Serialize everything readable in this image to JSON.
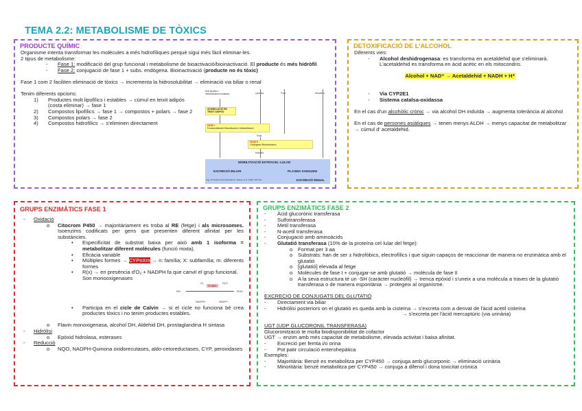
{
  "title": "TEMA 2.2: METABOLISME DE TÒXICS",
  "colors": {
    "title": "#1aa6b7",
    "producte": "#9b3fc9",
    "alcohol": "#d4a017",
    "fase1": "#e0282d",
    "fase2": "#2fbf5b",
    "highlight": "#ffff3a"
  },
  "producte_quimic": {
    "heading": "PRODUCTE QUÍMIC",
    "lines": [
      {
        "lvl": 0,
        "segs": [
          {
            "t": "Organisme intenta transformar les molècules a més hidrofíliques perquè sigui més fàcil eliminar-les."
          }
        ]
      },
      {
        "lvl": 0,
        "segs": [
          {
            "t": "2 tipus de metabolisme:"
          }
        ]
      },
      {
        "lvl": 1,
        "bullet": "-",
        "segs": [
          {
            "t": "Fase 1:",
            "s": "u"
          },
          {
            "t": " modificació del grup funcional i metabolisme de bioactivació/bioinactivació. El "
          },
          {
            "t": "producte",
            "s": "b"
          },
          {
            "t": " és "
          },
          {
            "t": "més hidròfil",
            "s": "b"
          },
          {
            "t": "."
          }
        ]
      },
      {
        "lvl": 1,
        "bullet": "-",
        "segs": [
          {
            "t": "Fase 2:",
            "s": "u"
          },
          {
            "t": " conjugació de fase 1 + subs. endògena. Bioinactivació ("
          },
          {
            "t": "producte no és tòxic)",
            "s": "b"
          }
        ]
      },
      {},
      {
        "lvl": 0,
        "segs": [
          {
            "t": "Fase 1 com 2 faciliten eliminació de tòxics → incrementa la hidrosolubilitat → eliminació via biliar o renal"
          }
        ]
      },
      {},
      {
        "lvl": 0,
        "segs": [
          {
            "t": "Tenim diferents opcions:"
          }
        ]
      },
      {
        "lvl": "n",
        "bullet": "1)",
        "segs": [
          {
            "t": "Productes molt lipofílics i estables → cúmul en teixit adipós"
          }
        ]
      },
      {
        "lvl": "n",
        "segs": [
          {
            "t": " (costa eliminar) → fase 1"
          }
        ]
      },
      {
        "lvl": "n",
        "bullet": "2)",
        "segs": [
          {
            "t": "Compostos lipofílics → fase 1 → compostos + polars → fase 2"
          }
        ]
      },
      {
        "lvl": "n",
        "bullet": "3)",
        "segs": [
          {
            "t": "Compostos polars → fase 2"
          }
        ]
      },
      {
        "lvl": "n",
        "bullet": "4)",
        "segs": [
          {
            "t": "Compostos hidrofílics → s'eliminen directament"
          }
        ]
      }
    ],
    "diagram": {
      "columns": [
        "Molt lipofílics i metabòlicament estables",
        "Lipofílics",
        "Polar",
        "Hidrofílics"
      ],
      "acumulacio": "ACUMULACIÓ EN TEIXIT ADIPÓS",
      "fase1": {
        "label": "FASE I",
        "text": "Funcionalització Bioactivació o bioinactivació"
      },
      "polar": "Polar",
      "fase2": {
        "label": "FASE II",
        "text": "Conjugació Bioinactivació"
      },
      "hidrofilic": "Hidrofílic",
      "mobilitzacio": "MOBILITZACIÓ EXTRACEL·LULAR",
      "biliar": "EXCRECIÓ BILIAR",
      "plasma": "PLASMA SANGUINI",
      "renal": "EXCRECIÓ RENAL",
      "source": "logy: Principles and Applications. Stacey et al. 1996. CRC Ed."
    }
  },
  "alcohol": {
    "heading": "DETOXIFICACIÓ DE L'ALCOHOL",
    "lines": [
      {
        "lvl": 0,
        "segs": [
          {
            "t": "Diferents vies:"
          }
        ]
      },
      {
        "lvl": 1,
        "bullet": "-",
        "segs": [
          {
            "t": "Alcohol deshidrogenasa",
            "s": "b"
          },
          {
            "t": ": es transforma en acetaldehid que s'eliminarà. L'acetaldehid es transforma en àcid acètic en els mitocondris."
          }
        ]
      },
      {},
      {
        "lvl": "c",
        "segs": [
          {
            "t": "Alcohol + NAD⁺ → Acetaldehid + NADH + H⁺",
            "s": "hl"
          }
        ]
      },
      {},
      {},
      {
        "lvl": 1,
        "bullet": "-",
        "segs": [
          {
            "t": "Via CYP2E1",
            "s": "b"
          }
        ]
      },
      {
        "lvl": 1,
        "bullet": "-",
        "segs": [
          {
            "t": "Sistema catalsa-oxidassa",
            "s": "b"
          }
        ]
      },
      {},
      {
        "lvl": 0,
        "segs": [
          {
            "t": "En el cas d'un "
          },
          {
            "t": "alcohòlic crònic",
            "s": "u"
          },
          {
            "t": " → via alcohol DH induïda → augmenta tolerància al alcohol"
          }
        ]
      },
      {},
      {
        "lvl": 0,
        "segs": [
          {
            "t": "En el cas de "
          },
          {
            "t": "persones asiàtiques",
            "s": "u"
          },
          {
            "t": " → tenen menys ALDH → menys capacitat de metabolitzar → cúmul d' acetaldehid."
          }
        ]
      }
    ]
  },
  "fase1": {
    "heading": "GRUPS ENZIMÀTICS FASE 1",
    "lines": [
      {
        "lvl": 1,
        "bullet": "-",
        "segs": [
          {
            "t": "Oxidació",
            "s": "u"
          }
        ]
      },
      {
        "lvl": 2,
        "bullet": "o",
        "just": true,
        "segs": [
          {
            "t": "Citocrom P450 →",
            "s": "b"
          },
          {
            "t": " majoritàriament es troba al "
          },
          {
            "t": "RE",
            "s": "b"
          },
          {
            "t": " (fetge) i "
          },
          {
            "t": "als microsomes.",
            "s": "b"
          },
          {
            "t": " Isoenzims codificats per gens que presenten diferent afinitat per les substàncies."
          }
        ]
      },
      {
        "lvl": 3,
        "bullet": "•",
        "just": true,
        "segs": [
          {
            "t": "Especificitat de substrat baixa per això "
          },
          {
            "t": "amb 1 isoforma = metabolitzar diferent molècules",
            "s": "b"
          },
          {
            "t": " (funció mixta)."
          }
        ]
      },
      {
        "lvl": 3,
        "bullet": "•",
        "segs": [
          {
            "t": "Eficàcia variable"
          }
        ]
      },
      {
        "lvl": 3,
        "bullet": "•",
        "just": true,
        "segs": [
          {
            "t": "Múltiples formes → "
          },
          {
            "t": "CYPnXm",
            "s": "redhl"
          },
          {
            "t": " → n: família; X: subfamília; m: diferents formes"
          }
        ]
      },
      {
        "lvl": 3,
        "bullet": "•",
        "segs": [
          {
            "t": "R(x) → en presència d'O₂ + NADPH fa que canviï el grup funcional. Son monooxigenases"
          }
        ]
      },
      {
        "spacer": "diagram"
      },
      {
        "lvl": 3,
        "bullet": "•",
        "just": true,
        "segs": [
          {
            "t": "Participa en el "
          },
          {
            "t": "cicle de Calvin →",
            "s": "b"
          },
          {
            "t": " si el cicle no funciona bé crea productes tòxics i no tenim productes estables."
          }
        ]
      },
      {},
      {
        "lvl": 2,
        "bullet": "o",
        "segs": [
          {
            "t": "Flavin monoxigenasa, alcohol DH, Aldehid DH, prostaglandina H sintasa"
          }
        ]
      },
      {
        "lvl": 1,
        "bullet": "-",
        "segs": [
          {
            "t": "Hidròlisi",
            "s": "u"
          }
        ]
      },
      {
        "lvl": 2,
        "bullet": "o",
        "segs": [
          {
            "t": "Epòxid hidrolasa, esterases"
          }
        ]
      },
      {
        "lvl": 1,
        "bullet": "-",
        "segs": [
          {
            "t": "Reducció",
            "s": "u"
          }
        ]
      },
      {
        "lvl": 2,
        "bullet": "o",
        "just": true,
        "segs": [
          {
            "t": "NQO, NADPH-Quinona oxidorecutases, aldo-cetoreductases, CYP, peroxidases"
          }
        ]
      }
    ],
    "p450": {
      "o2": "O₂",
      "h2o": "H₂O",
      "enzyme": "P-450",
      "rh": "RH",
      "roh": "ROH",
      "nadph": "NADPH",
      "nadp": "NADP+"
    }
  },
  "fase2": {
    "heading": "GRUPS ENZIMÀTICS FASE 2",
    "lines": [
      {
        "lvl": 1,
        "bullet": "-",
        "segs": [
          {
            "t": "Àcid glucorònic transferasa"
          }
        ]
      },
      {
        "lvl": 1,
        "bullet": "-",
        "segs": [
          {
            "t": "Sulfotransferasa"
          }
        ]
      },
      {
        "lvl": 1,
        "bullet": "-",
        "segs": [
          {
            "t": "Metil transferasa"
          }
        ]
      },
      {
        "lvl": 1,
        "bullet": "-",
        "segs": [
          {
            "t": "N-acetil transferasa"
          }
        ]
      },
      {
        "lvl": 1,
        "bullet": "-",
        "segs": [
          {
            "t": "Conjugació amb aminoàcids"
          }
        ]
      },
      {
        "lvl": 1,
        "bullet": "-",
        "segs": [
          {
            "t": "Glutatió transferasa",
            "s": "b"
          },
          {
            "t": " (10% de la proteïna cel·lular del fetge):"
          }
        ]
      },
      {
        "lvl": 2,
        "bullet": "o",
        "segs": [
          {
            "t": "Format per 3 aa"
          }
        ]
      },
      {
        "lvl": 2,
        "bullet": "o",
        "segs": [
          {
            "t": "Substrats: han de ser ± hidrofòbics, electrofílics i que siguin capaços de reaccionar de manera no enzimàtica amb el glutatió"
          }
        ]
      },
      {
        "lvl": 2,
        "bullet": "o",
        "segs": [
          {
            "t": "[glutatió] elevada al fetge"
          }
        ]
      },
      {
        "lvl": 2,
        "bullet": "o",
        "segs": [
          {
            "t": "Molècules de fase I + conjugar-se amb glutatió → molècula de fase II"
          }
        ]
      },
      {
        "lvl": 2,
        "bullet": "o",
        "segs": [
          {
            "t": "A la seva estructura té un -SH (caràcter nucleòfil) → trenca epòxid i s'uneix a una molècula a traves de la glutatió transferasa o de manera espontània → protegeix al organisme."
          }
        ]
      },
      {},
      {
        "lvl": 0,
        "segs": [
          {
            "t": "EXCRECIÓ DE CONJUGATS DEL GLUTATIÓ",
            "s": "u"
          }
        ]
      },
      {
        "lvl": 1,
        "bullet": "-",
        "segs": [
          {
            "t": "Directament via biliar"
          }
        ]
      },
      {
        "lvl": 1,
        "bullet": "-",
        "segs": [
          {
            "t": "Hidròlisi posteriors on el glutatió es queda amb la cisteïna → s'excreta com a derivat de l'àcid acetil cisteïna"
          }
        ]
      },
      {
        "lvl": "r",
        "segs": [
          {
            "t": "→ s'excreta per l'àcid mercaptúric (via urinària)"
          }
        ]
      },
      {},
      {
        "lvl": 0,
        "segs": [
          {
            "t": "UGT (UDP GLUCORONIL TRANSFERASA)",
            "s": "u"
          }
        ]
      },
      {
        "lvl": 0,
        "segs": [
          {
            "t": "Glucoronització te molta biodisponibilitat de cofactor"
          }
        ]
      },
      {
        "lvl": 0,
        "segs": [
          {
            "t": "UGT → enzim amb més capacitat de metabolisme, elevada activitat i baixa afinitat."
          }
        ]
      },
      {
        "lvl": 1,
        "bullet": "-",
        "segs": [
          {
            "t": "Excreció per femta i/o orina"
          }
        ]
      },
      {
        "lvl": 1,
        "bullet": "-",
        "segs": [
          {
            "t": "Pot patir circulació enterohepàtica"
          }
        ]
      },
      {
        "lvl": 0,
        "segs": [
          {
            "t": "Exemples:"
          }
        ]
      },
      {
        "lvl": 1,
        "bullet": "-",
        "segs": [
          {
            "t": "Majoritària: Benzè es metabolitza per CYP450 → conjuga amb glucorponic → eliminació urinària"
          }
        ]
      },
      {
        "lvl": 1,
        "bullet": "-",
        "segs": [
          {
            "t": "Minoritària: benzè metabolitza per CYP450 → conjuga a difenol i dona toxicitat crònica"
          }
        ]
      }
    ]
  }
}
